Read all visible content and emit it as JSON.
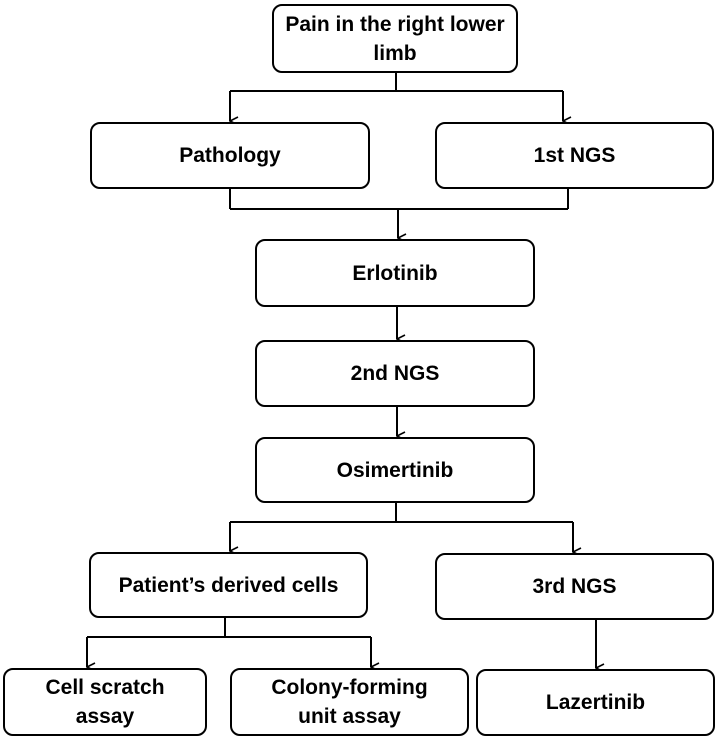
{
  "flowchart": {
    "nodes": {
      "pain": "Pain in the right lower limb",
      "pathology": "Pathology",
      "ngs1": "1st NGS",
      "erlotinib": "Erlotinib",
      "ngs2": "2nd NGS",
      "osimertinib": "Osimertinib",
      "patient_cells": "Patient’s derived cells",
      "ngs3": "3rd NGS",
      "cell_scratch": "Cell scratch assay",
      "colony_forming": "Colony-forming unit assay",
      "lazertinib": "Lazertinib"
    }
  },
  "colors": {
    "stroke": "#000000",
    "fill": "#ffffff",
    "text": "#000000"
  }
}
